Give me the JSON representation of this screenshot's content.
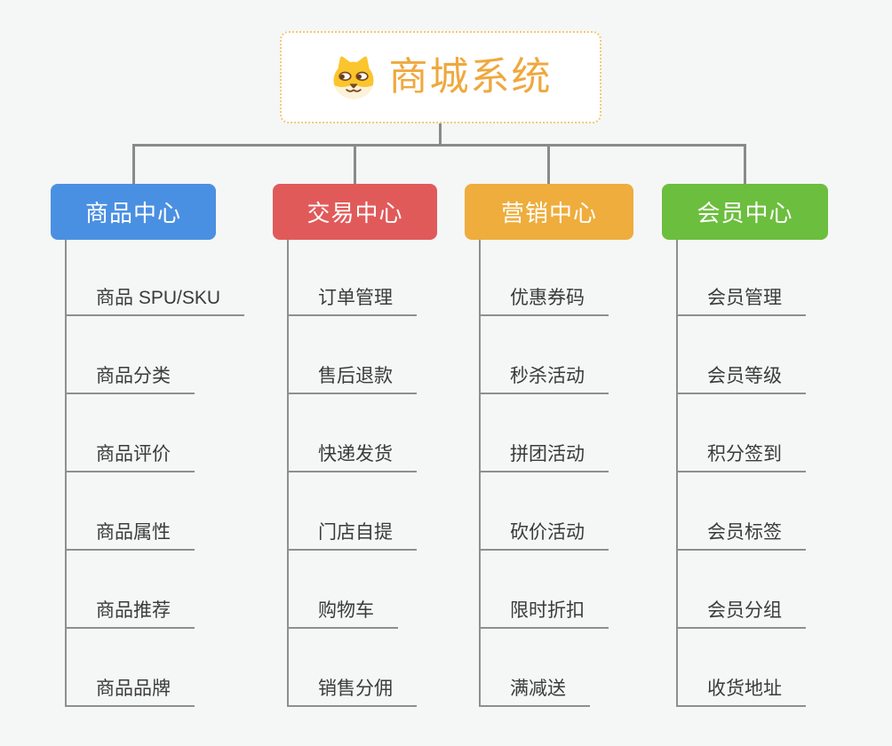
{
  "canvas": {
    "background": "#f5f6f6"
  },
  "connector_color": "#8a8a8a",
  "root": {
    "title": "商城系统",
    "icon": "dog-face-icon",
    "text_color": "#efa83e",
    "border_color": "#f2c879"
  },
  "branches": [
    {
      "id": "product-center",
      "label": "商品中心",
      "color": "#4a90e2",
      "items": [
        "商品 SPU/SKU",
        "商品分类",
        "商品评价",
        "商品属性",
        "商品推荐",
        "商品品牌"
      ]
    },
    {
      "id": "trade-center",
      "label": "交易中心",
      "color": "#e15a5a",
      "items": [
        "订单管理",
        "售后退款",
        "快递发货",
        "门店自提",
        "购物车",
        "销售分佣"
      ]
    },
    {
      "id": "marketing-center",
      "label": "营销中心",
      "color": "#eead3c",
      "items": [
        "优惠券码",
        "秒杀活动",
        "拼团活动",
        "砍价活动",
        "限时折扣",
        "满减送"
      ]
    },
    {
      "id": "member-center",
      "label": "会员中心",
      "color": "#6cbe3e",
      "items": [
        "会员管理",
        "会员等级",
        "积分签到",
        "会员标签",
        "会员分组",
        "收货地址"
      ]
    }
  ]
}
